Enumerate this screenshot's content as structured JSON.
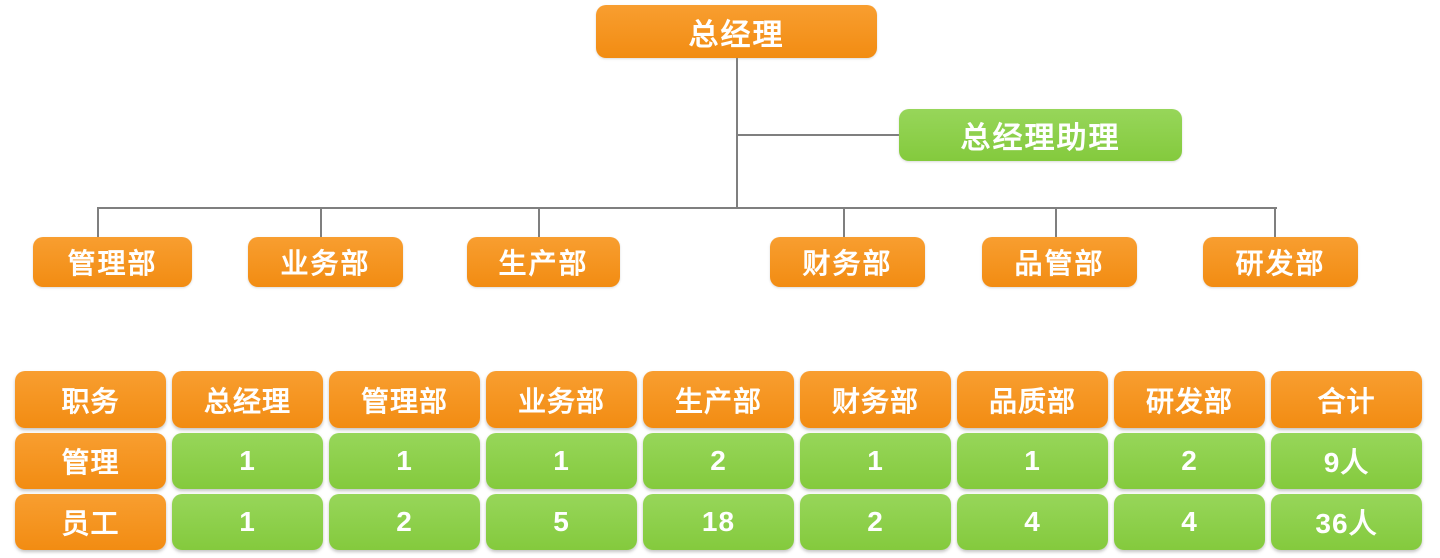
{
  "org_chart": {
    "root": {
      "label": "总经理"
    },
    "assistant": {
      "label": "总经理助理"
    },
    "departments": [
      {
        "label": "管理部"
      },
      {
        "label": "业务部"
      },
      {
        "label": "生产部"
      },
      {
        "label": "财务部"
      },
      {
        "label": "品管部"
      },
      {
        "label": "研发部"
      }
    ]
  },
  "staffing_table": {
    "headers": [
      "职务",
      "总经理",
      "管理部",
      "业务部",
      "生产部",
      "财务部",
      "品质部",
      "研发部",
      "合计"
    ],
    "rows": [
      {
        "label": "管理",
        "values": [
          "1",
          "1",
          "1",
          "2",
          "1",
          "1",
          "2",
          "9人"
        ]
      },
      {
        "label": "员工",
        "values": [
          "1",
          "2",
          "5",
          "18",
          "2",
          "4",
          "4",
          "36人"
        ]
      }
    ]
  },
  "colors": {
    "orange": "#F7941E",
    "green": "#8DCF4A",
    "connector_gray": "#7F7F7F",
    "text_white": "#FFFFFF"
  }
}
